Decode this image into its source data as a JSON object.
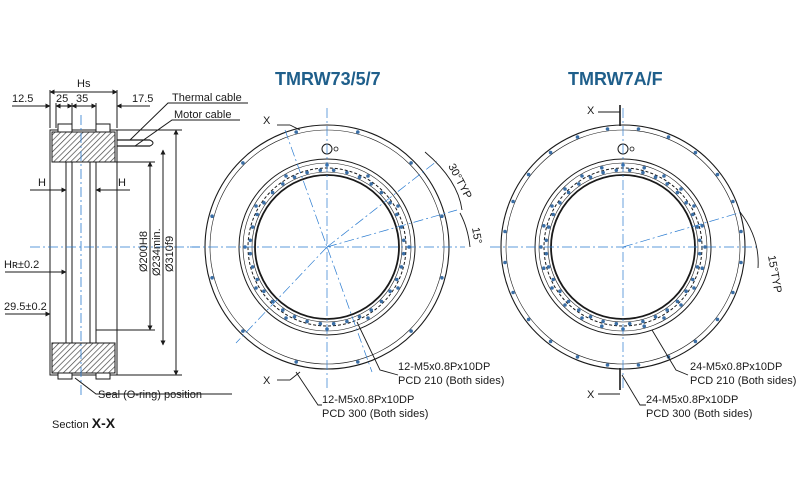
{
  "colors": {
    "accent": "#1f5f8b",
    "line": "#1a1a1a",
    "center_line": "#2a7bd0",
    "ring_fill": "#f2f2f2",
    "hatch": "#444444",
    "hole_dot": "#3a6ea5"
  },
  "section": {
    "top_dim_label": "Hs",
    "dims_top": [
      "12.5",
      "25",
      "35",
      "17.5"
    ],
    "thermal_cable": "Thermal cable",
    "motor_cable": "Motor cable",
    "h_label_left": "H",
    "h_label_right": "H",
    "hr_label": "Hʀ±0.2",
    "dim_295": "29.5±0.2",
    "dia_200": "Ø200H8",
    "dia_234": "Ø234min.",
    "dia_310": "Ø310f9",
    "seal_label": "Seal (O-ring) position",
    "section_prefix": "Section ",
    "section_id": "X-X"
  },
  "left_view": {
    "title": "TMRW73/5/7",
    "x_top": "X",
    "x_bottom": "X",
    "angle_30": "30°TYP",
    "angle_15": "15°",
    "inner_holes_spec": "12-M5x0.8Px10DP",
    "inner_holes_pcd": "PCD 210 (Both sides)",
    "outer_holes_spec": "12-M5x0.8Px10DP",
    "outer_holes_pcd": "PCD 300 (Both sides)"
  },
  "right_view": {
    "title": "TMRW7A/F",
    "x_top": "X",
    "x_bottom": "X",
    "angle_15": "15°TYP",
    "inner_holes_spec": "24-M5x0.8Px10DP",
    "inner_holes_pcd": "PCD 210 (Both sides)",
    "outer_holes_spec": "24-M5x0.8Px10DP",
    "outer_holes_pcd": "PCD 300 (Both sides)"
  }
}
